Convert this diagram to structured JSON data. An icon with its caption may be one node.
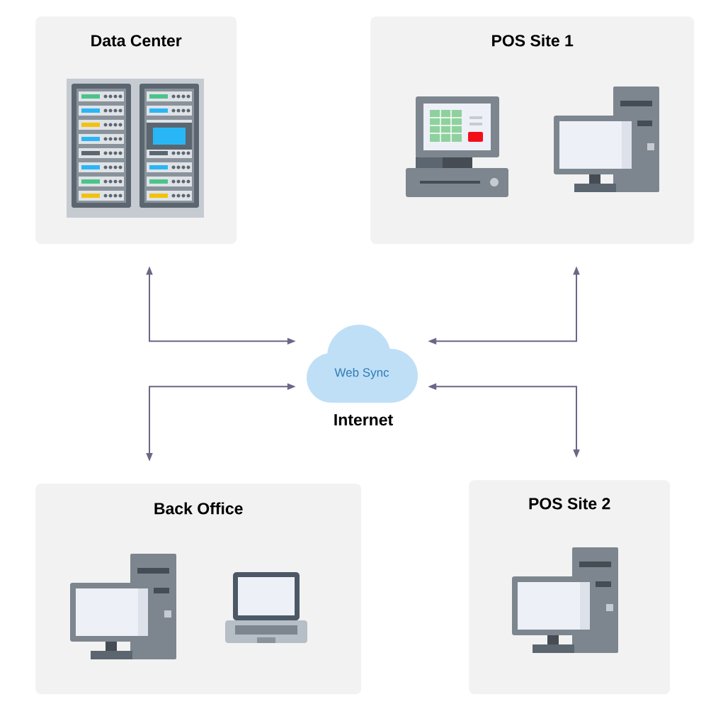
{
  "diagram": {
    "nodes": [
      {
        "text": [
          "Data Center"
        ]
      },
      {
        "text": [
          "POS Site 1"
        ]
      },
      {
        "text": [
          "Web Sync",
          "Internet"
        ]
      },
      {
        "text": [
          "Back Office"
        ]
      },
      {
        "text": [
          "POS Site 2"
        ]
      }
    ],
    "edges": [
      {
        "from": 0,
        "to": 2,
        "arrow": "both"
      },
      {
        "from": 1,
        "to": 2,
        "arrow": "both"
      },
      {
        "from": 3,
        "to": 2,
        "arrow": "both"
      },
      {
        "from": 4,
        "to": 2,
        "arrow": "both"
      }
    ]
  }
}
